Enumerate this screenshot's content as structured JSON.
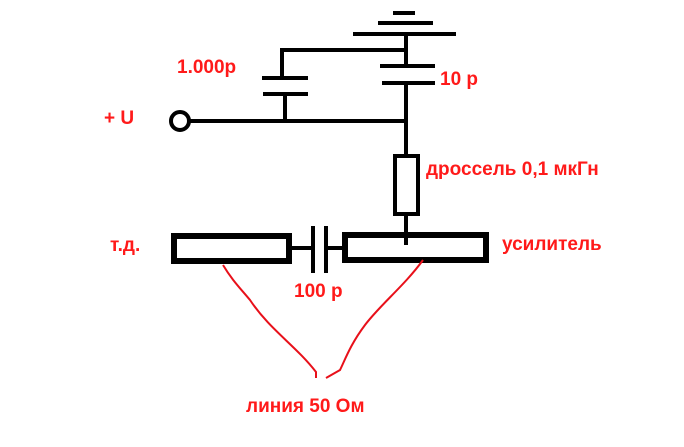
{
  "colors": {
    "wire": "#000000",
    "label": "#ff1a1a",
    "line50": "#e8101a"
  },
  "labels": {
    "cap_large": "1.000р",
    "cap_small": "10 р",
    "supply": "+ U",
    "choke": "дроссель 0,1 мкГн",
    "td": "т.д.",
    "amplifier": "усилитель",
    "coupling_cap": "100 р",
    "line": "линия 50 Ом"
  }
}
